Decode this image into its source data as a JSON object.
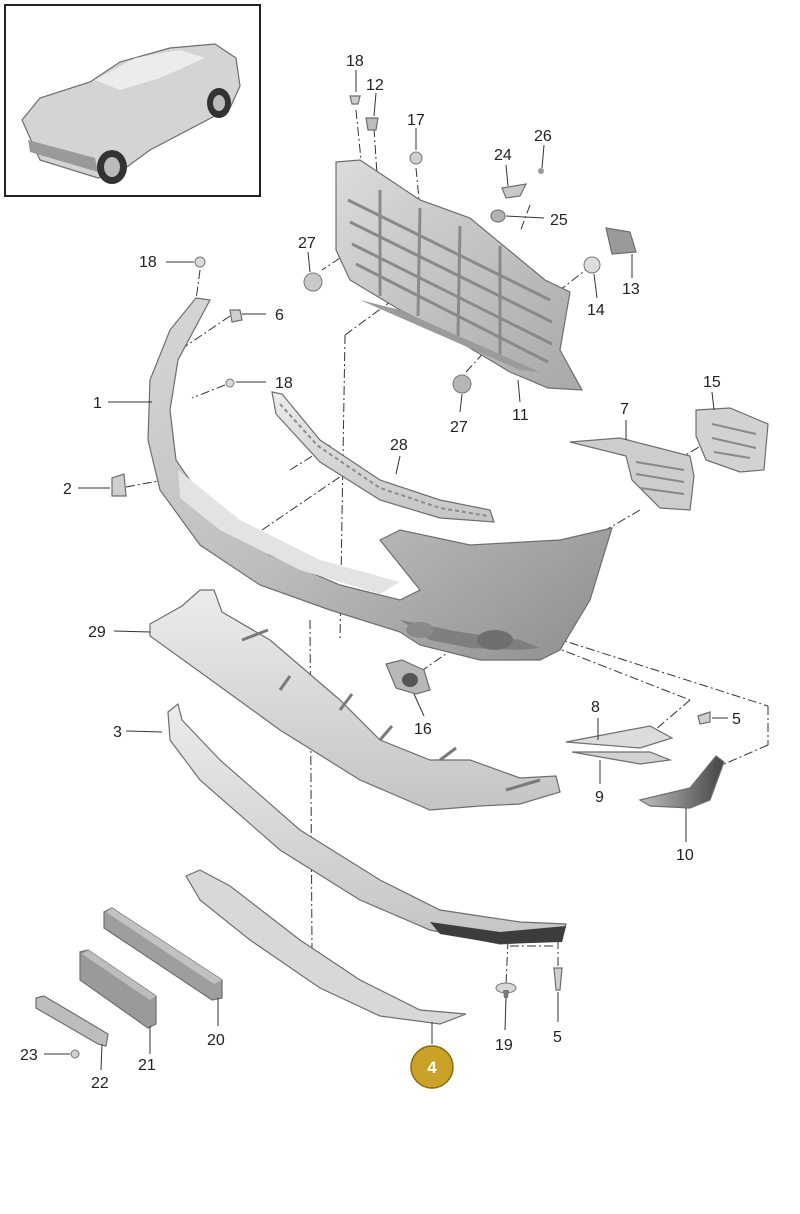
{
  "diagram": {
    "callouts": {
      "c1": "1",
      "c2": "2",
      "c3": "3",
      "c5a": "5",
      "c5b": "5",
      "c6": "6",
      "c7": "7",
      "c8": "8",
      "c9": "9",
      "c10": "10",
      "c11": "11",
      "c12": "12",
      "c13": "13",
      "c14": "14",
      "c15": "15",
      "c16": "16",
      "c17": "17",
      "c18a": "18",
      "c18b": "18",
      "c18c": "18",
      "c19": "19",
      "c20": "20",
      "c21": "21",
      "c22": "22",
      "c23": "23",
      "c24": "24",
      "c25": "25",
      "c26": "26",
      "c27a": "27",
      "c27b": "27",
      "c28": "28",
      "c29": "29"
    },
    "highlighted_part": "4",
    "highlight_color": "#c9a227"
  }
}
